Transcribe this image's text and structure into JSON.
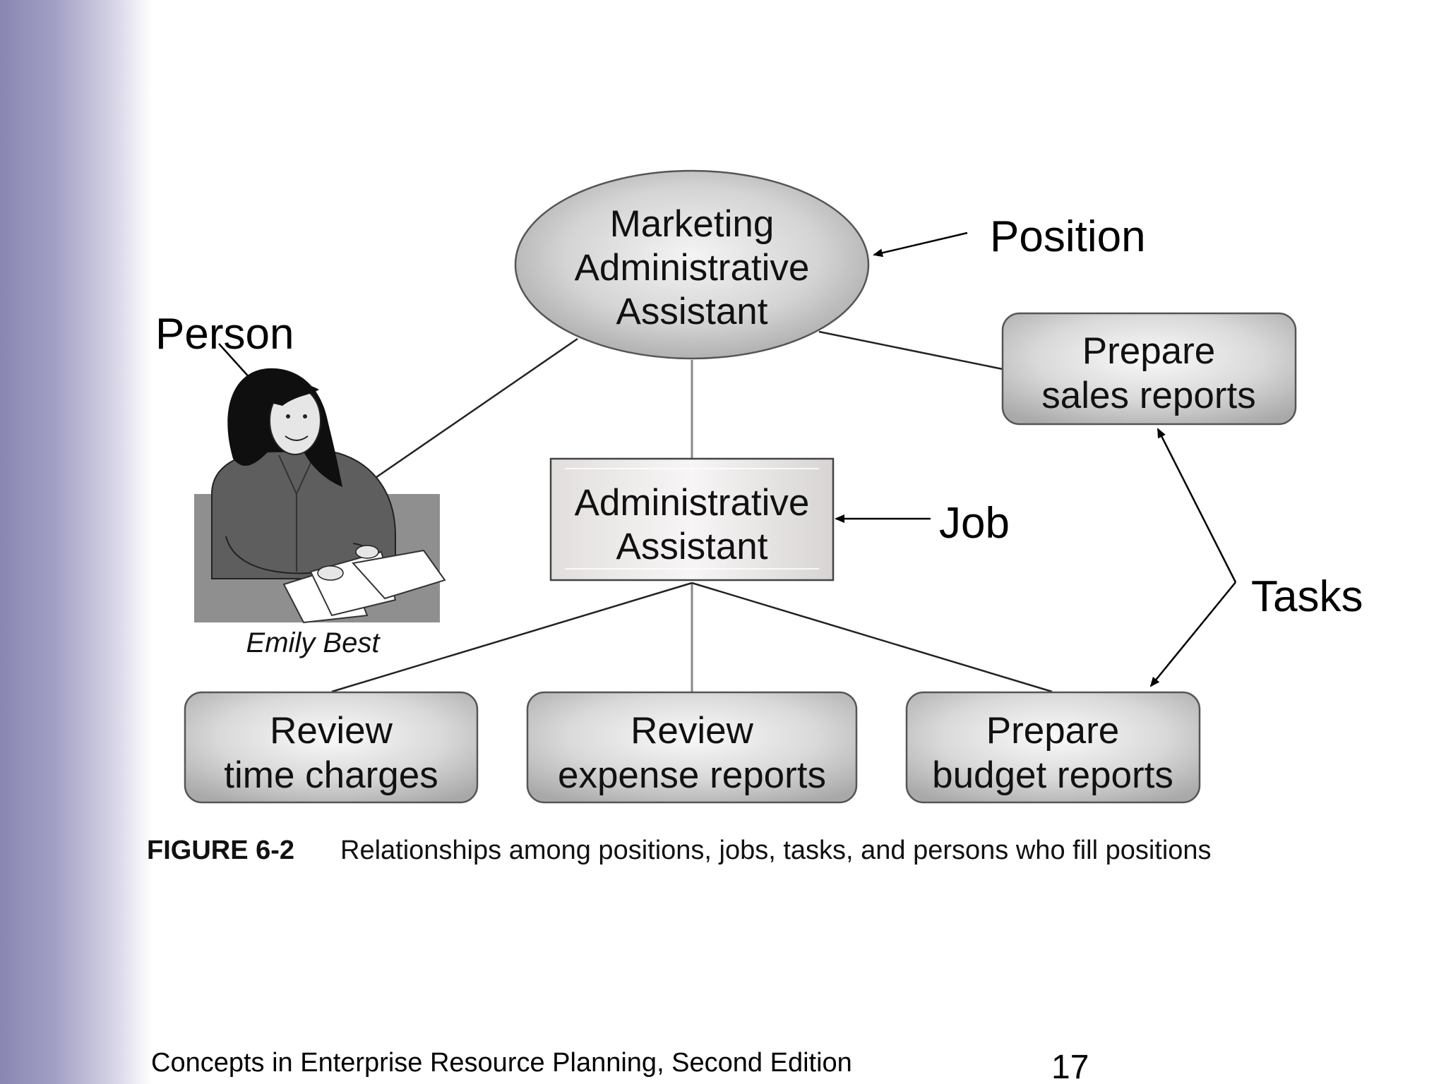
{
  "diagram": {
    "position_node": {
      "lines": [
        "Marketing",
        "Administrative",
        "Assistant"
      ]
    },
    "job_node": {
      "lines": [
        "Administrative",
        "Assistant"
      ]
    },
    "task_nodes": [
      {
        "lines": [
          "Prepare",
          "sales reports"
        ]
      },
      {
        "lines": [
          "Review",
          "time charges"
        ]
      },
      {
        "lines": [
          "Review",
          "expense reports"
        ]
      },
      {
        "lines": [
          "Prepare",
          "budget reports"
        ]
      }
    ],
    "callouts": {
      "position": "Position",
      "job": "Job",
      "tasks": "Tasks",
      "person": "Person"
    },
    "person_name": "Emily Best"
  },
  "caption": {
    "label": "FIGURE 6-2",
    "text": "Relationships among positions, jobs, tasks, and persons who fill positions"
  },
  "footer": {
    "text": "Concepts in Enterprise Resource Planning, Second Edition",
    "page_number": "17"
  },
  "colors": {
    "sidebar": "#8a86b2",
    "node_fill": "#c9c9c9",
    "node_stroke": "#555555"
  }
}
